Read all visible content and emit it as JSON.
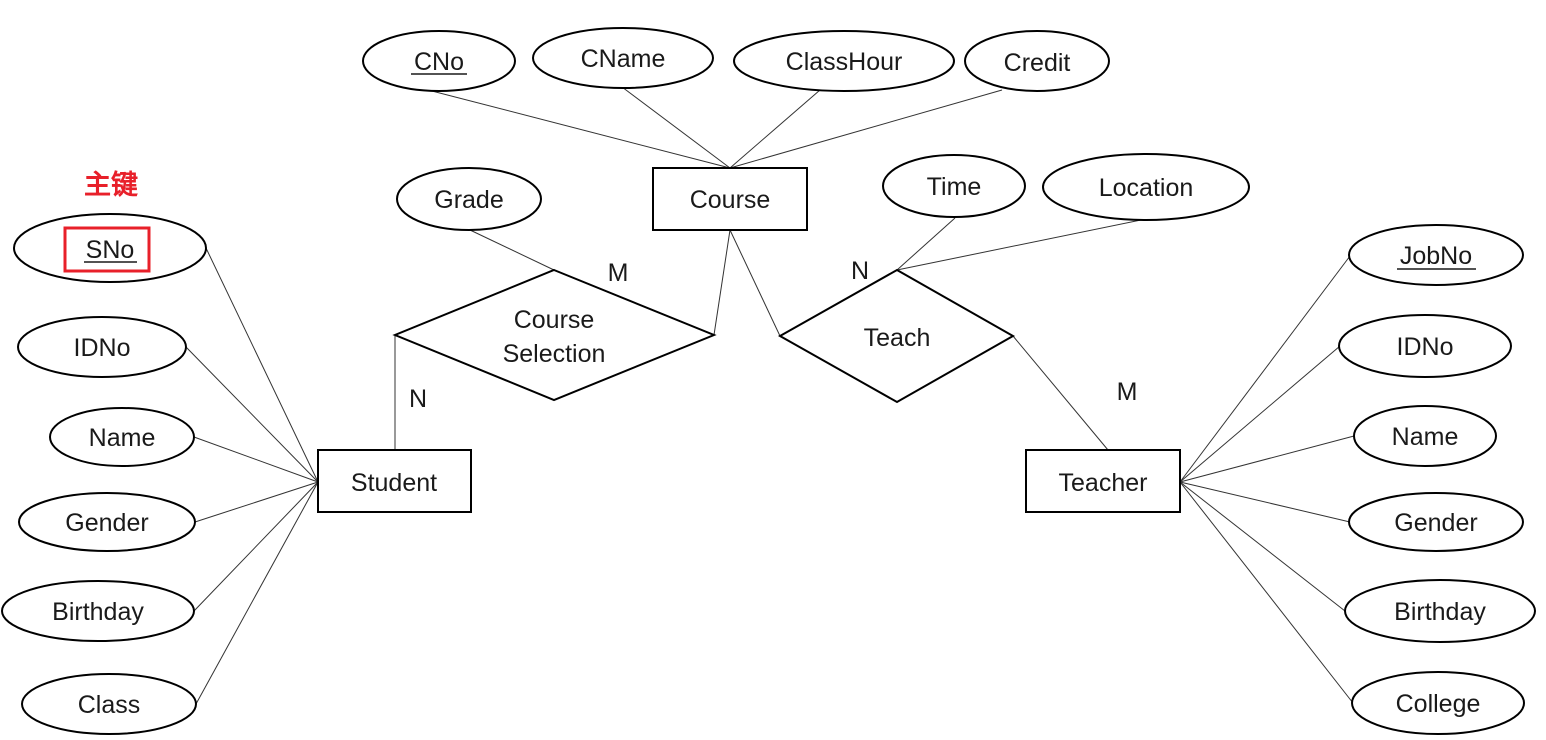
{
  "entities": {
    "course": "Course",
    "student": "Student",
    "teacher": "Teacher"
  },
  "relationships": {
    "course_selection": [
      "Course",
      "Selection"
    ],
    "teach": "Teach"
  },
  "attributes": {
    "course": {
      "cno": "CNo",
      "cname": "CName",
      "classhour": "ClassHour",
      "credit": "Credit"
    },
    "course_selection": {
      "grade": "Grade"
    },
    "teach": {
      "time": "Time",
      "location": "Location"
    },
    "student": {
      "sno": "SNo",
      "idno": "IDNo",
      "name": "Name",
      "gender": "Gender",
      "birthday": "Birthday",
      "class": "Class"
    },
    "teacher": {
      "jobno": "JobNo",
      "idno": "IDNo",
      "name": "Name",
      "gender": "Gender",
      "birthday": "Birthday",
      "college": "College"
    }
  },
  "cardinalities": {
    "course_selection_course": "M",
    "course_selection_student": "N",
    "teach_course": "N",
    "teach_teacher": "M"
  },
  "primary_key_note": "主键",
  "colors": {
    "note": "#e8202a",
    "stroke": "#000000",
    "link": "#333333"
  }
}
